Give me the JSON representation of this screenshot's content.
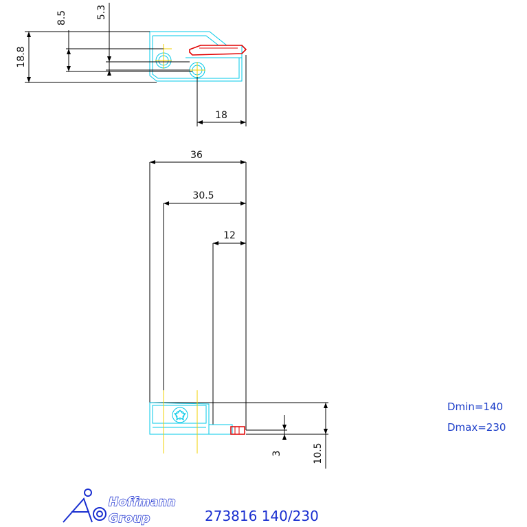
{
  "top_view": {
    "dim_8_5": "8.5",
    "dim_5_3": "5.3",
    "dim_18_8": "18.8",
    "dim_18": "18"
  },
  "side_view": {
    "dim_36": "36",
    "dim_30_5": "30.5",
    "dim_12": "12",
    "dim_3": "3",
    "dim_10_5": "10.5"
  },
  "specs": {
    "dmin": "Dmin=140",
    "dmax": "Dmax=230"
  },
  "footer": {
    "logo_line1": "Hoffmann",
    "logo_line2": "Group",
    "part_number": "273816 140/230"
  },
  "colors": {
    "outline": "#00c8e8",
    "cutting_edge": "#e00000",
    "centerline": "#f0d000",
    "dimension": "#000000",
    "brand_blue": "#1a2fd0"
  }
}
